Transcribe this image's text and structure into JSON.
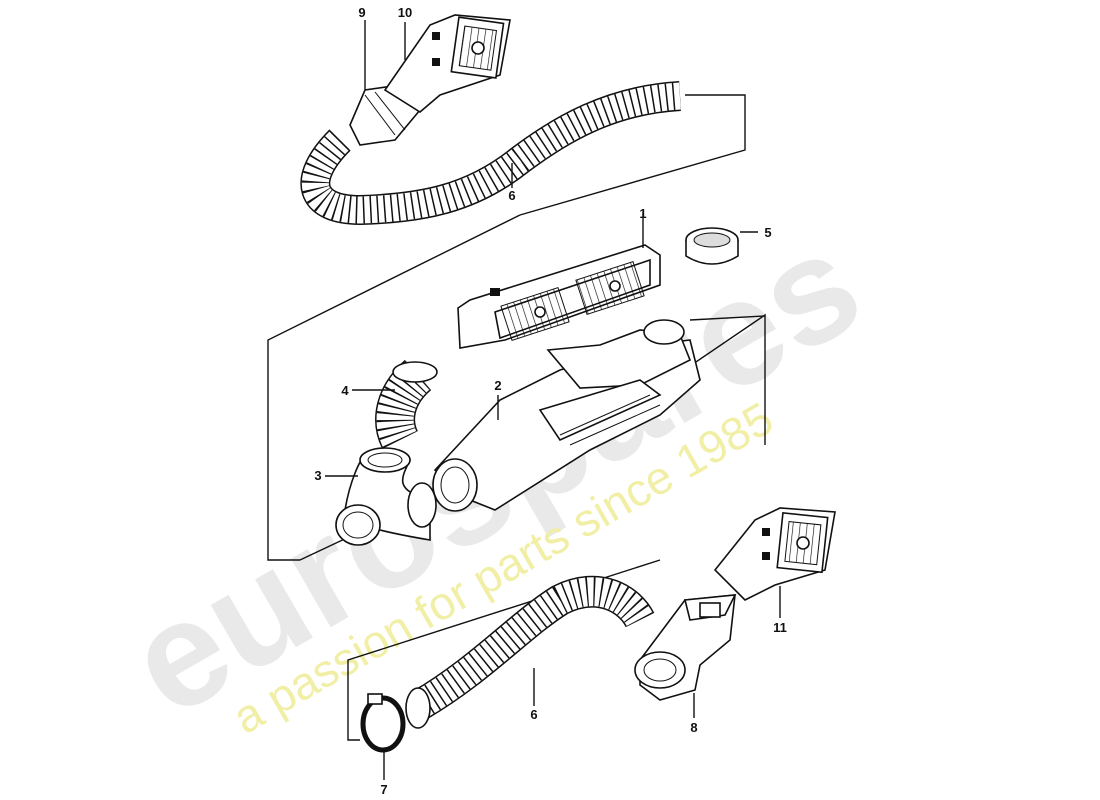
{
  "watermark": {
    "brand": "eurospares",
    "tagline": "a passion for parts since 1985",
    "brand_color": "#e9e9e9",
    "tagline_color": "#f1efa6"
  },
  "callouts": {
    "c1": "1",
    "c2": "2",
    "c3": "3",
    "c4": "4",
    "c5": "5",
    "c6_top": "6",
    "c6_bottom": "6",
    "c7": "7",
    "c8": "8",
    "c9": "9",
    "c10": "10",
    "c11": "11"
  },
  "parts": [
    {
      "ref": "1",
      "kind": "dash-vent-panel"
    },
    {
      "ref": "2",
      "kind": "air-distributor-housing"
    },
    {
      "ref": "3",
      "kind": "elbow-duct"
    },
    {
      "ref": "4",
      "kind": "corrugated-hose-short"
    },
    {
      "ref": "5",
      "kind": "ring-seal"
    },
    {
      "ref": "6",
      "kind": "corrugated-hose-long"
    },
    {
      "ref": "7",
      "kind": "hose-clamp"
    },
    {
      "ref": "8",
      "kind": "connector-duct"
    },
    {
      "ref": "9",
      "kind": "duct-adapter"
    },
    {
      "ref": "10",
      "kind": "side-vent-outlet"
    },
    {
      "ref": "11",
      "kind": "side-vent-outlet"
    }
  ]
}
